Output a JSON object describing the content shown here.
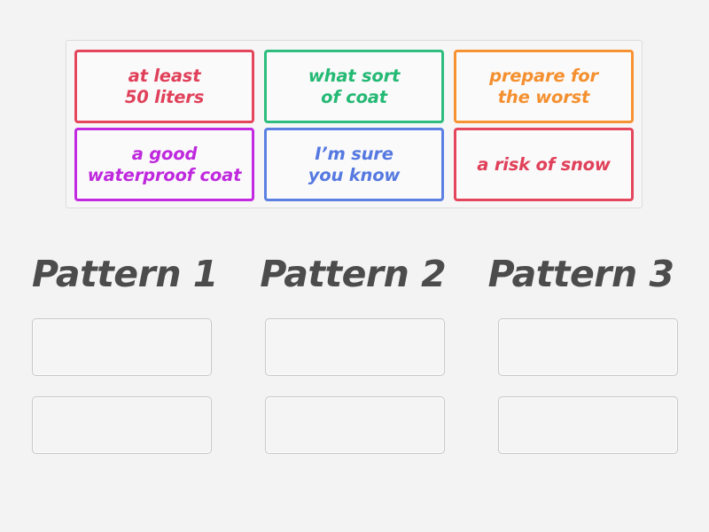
{
  "background_color": "#f4f3f4",
  "word_bank": {
    "name": "word-bank",
    "tiles": [
      {
        "id": "tile-1",
        "text": "at least\n50 liters",
        "line1": "at least",
        "line2": "50 liters",
        "color": "#e4465c",
        "color_name": "red"
      },
      {
        "id": "tile-2",
        "text": "what sort\nof coat",
        "line1": "what sort",
        "line2": "of coat",
        "color": "#2ebd7e",
        "color_name": "green"
      },
      {
        "id": "tile-3",
        "text": "prepare for\nthe worst",
        "line1": "prepare for",
        "line2": "the worst",
        "color": "#f79232",
        "color_name": "orange"
      },
      {
        "id": "tile-4",
        "text": "a good\nwaterproof coat",
        "line1": "a good",
        "line2": "waterproof coat",
        "color": "#c12ae0",
        "color_name": "purple"
      },
      {
        "id": "tile-5",
        "text": "I’m sure\nyou know",
        "line1": "I’m sure",
        "line2": "you know",
        "color": "#5b80e2",
        "color_name": "blue"
      },
      {
        "id": "tile-6",
        "text": "a risk of snow",
        "line1": "a risk of snow",
        "line2": "",
        "color": "#e4465c",
        "color_name": "red"
      }
    ]
  },
  "columns": [
    {
      "heading": "Pattern 1",
      "zones": [
        {
          "content": ""
        },
        {
          "content": ""
        }
      ]
    },
    {
      "heading": "Pattern 2",
      "zones": [
        {
          "content": ""
        },
        {
          "content": ""
        }
      ]
    },
    {
      "heading": "Pattern 3",
      "zones": [
        {
          "content": ""
        },
        {
          "content": ""
        }
      ]
    }
  ],
  "heading_color": "#4c4c4c",
  "drop_zone_border_color": "#c9c8c9"
}
